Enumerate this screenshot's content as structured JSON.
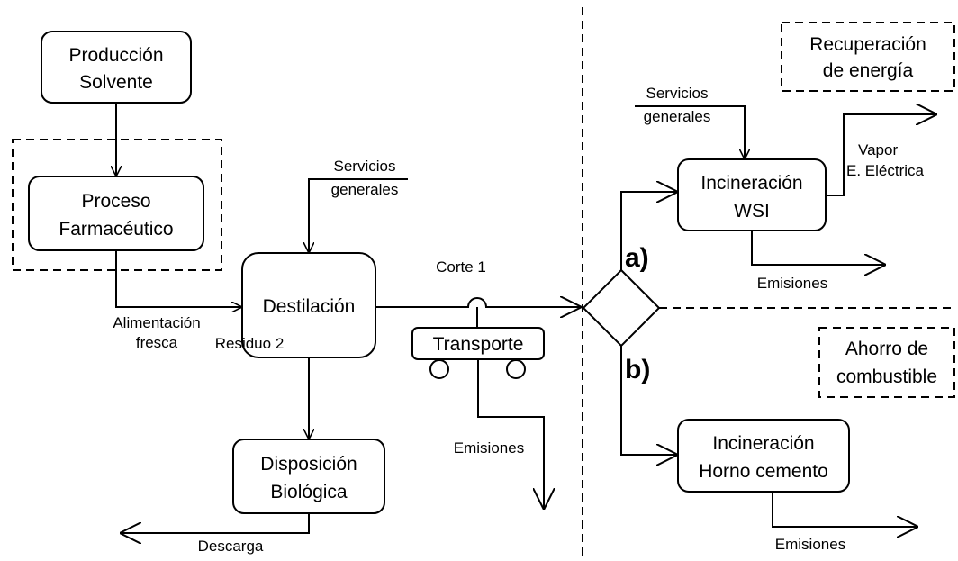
{
  "nodes": {
    "produccion": [
      "Producción",
      "Solvente"
    ],
    "proceso": [
      "Proceso",
      "Farmacéutico"
    ],
    "destilacion": "Destilación",
    "transporte": "Transporte",
    "disposicion": [
      "Disposición",
      "Biológica"
    ],
    "incineracion_wsi": [
      "Incineración",
      "WSI"
    ],
    "incineracion_horno": [
      "Incineración",
      "Horno cemento"
    ]
  },
  "labels": {
    "servicios_dest": [
      "Servicios",
      "generales"
    ],
    "servicios_wsi": [
      "Servicios",
      "generales"
    ],
    "alimentacion": [
      "Alimentación",
      "fresca"
    ],
    "corte": "Corte 1",
    "residuo": "Residuo 2",
    "emisiones_transporte": "Emisiones",
    "emisiones_wsi": "Emisiones",
    "emisiones_horno": "Emisiones",
    "descarga": "Descarga",
    "vapor": [
      "Vapor",
      "E. Eléctrica"
    ],
    "branch_a": "a)",
    "branch_b": "b)"
  },
  "notes": {
    "recuperacion": [
      "Recuperación",
      "de energía"
    ],
    "ahorro": [
      "Ahorro de",
      "combustible"
    ]
  }
}
